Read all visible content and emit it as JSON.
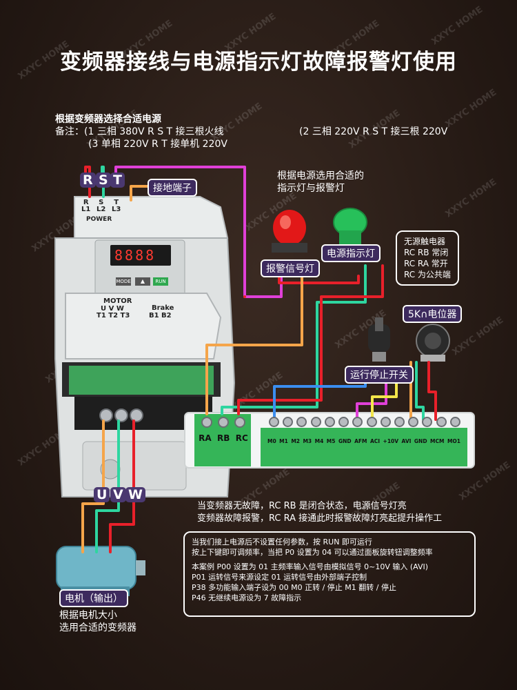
{
  "title": "变频器接线与电源指示灯故障报警灯使用",
  "power_note": {
    "heading": "根据变频器选择合适电源",
    "line1_a": "备注：(1  三相 380V  R S T 接三根火线",
    "line1_b": "(2  三相 220V   R S T 接三根 220V",
    "line2": "(3  单相 220V   R T     接单机 220V"
  },
  "input_terminals": [
    "R",
    "S",
    "T"
  ],
  "ground_label": "接地端子",
  "lamp_note": {
    "line1": "根据电源选用合适的",
    "line2": "指示灯与报警灯"
  },
  "alarm_lamp_label": "报警信号灯",
  "power_lamp_label": "电源指示灯",
  "relay_box": {
    "line1": "无源触电器",
    "line2": "RC RB 常闭",
    "line3": "RC RA 常开",
    "line4": "RC 为公共端"
  },
  "pot_label": "5K∩电位器",
  "switch_label": "运行停止开关",
  "inverter": {
    "top_terminals": [
      "R\nL1",
      "S\nL2",
      "T\nL3"
    ],
    "power_text": "POWER",
    "display": "8888",
    "keys": [
      "MODE",
      "▲",
      "RUN"
    ],
    "motor_text": "MOTOR",
    "motor_terms": "U  V  W",
    "motor_terms2": "T1  T2  T3",
    "brake_text": "Brake",
    "brake_terms": "B1  B2"
  },
  "relay_terminals": [
    "RA",
    "RB",
    "RC"
  ],
  "control_terminals": [
    "M0",
    "M1",
    "M2",
    "M3",
    "M4",
    "M5",
    "GND",
    "AFM",
    "ACI",
    "+10V",
    "AVI",
    "GND",
    "MCM",
    "MO1"
  ],
  "output_terminals": [
    "U",
    "V",
    "W"
  ],
  "status_note": {
    "line1": "当变频器无故障，RC  RB 是闭合状态，电源信号灯亮",
    "line2": "变频器故障报警，RC  RA 接通此时报警故障灯亮起提升操作工"
  },
  "param_box": {
    "line1": "当我们接上电源后不设置任何参数，按 RUN 即可运行",
    "line2": "按上下键即可调频率，当把 P0 设置为 04 可以通过面板旋转钮调整频率",
    "line3": "本案例 P00 设置为 01 主频率输入信号由模拟信号 0~10V 输入 (AVI)",
    "line4": "P01 运转信号来源设定 01 运转信号由外部端子控制",
    "line5": "P38 多功能输入端子设为 00 M0 正转 / 停止 M1 翻转 / 停止",
    "line6": "P46 无继续电源设为 7 故障指示"
  },
  "motor_label": "电机（输出）",
  "motor_note": {
    "line1": "根据电机大小",
    "line2": "选用合适的变频器"
  },
  "watermark": "XXYC HOME",
  "colors": {
    "wire_red": "#e8202a",
    "wire_pink": "#e040d8",
    "wire_green": "#2ed6a0",
    "wire_blue": "#3b8ef0",
    "wire_orange": "#f5a54a",
    "wire_yellow": "#f3e64a",
    "terminal_green": "#35b558"
  }
}
